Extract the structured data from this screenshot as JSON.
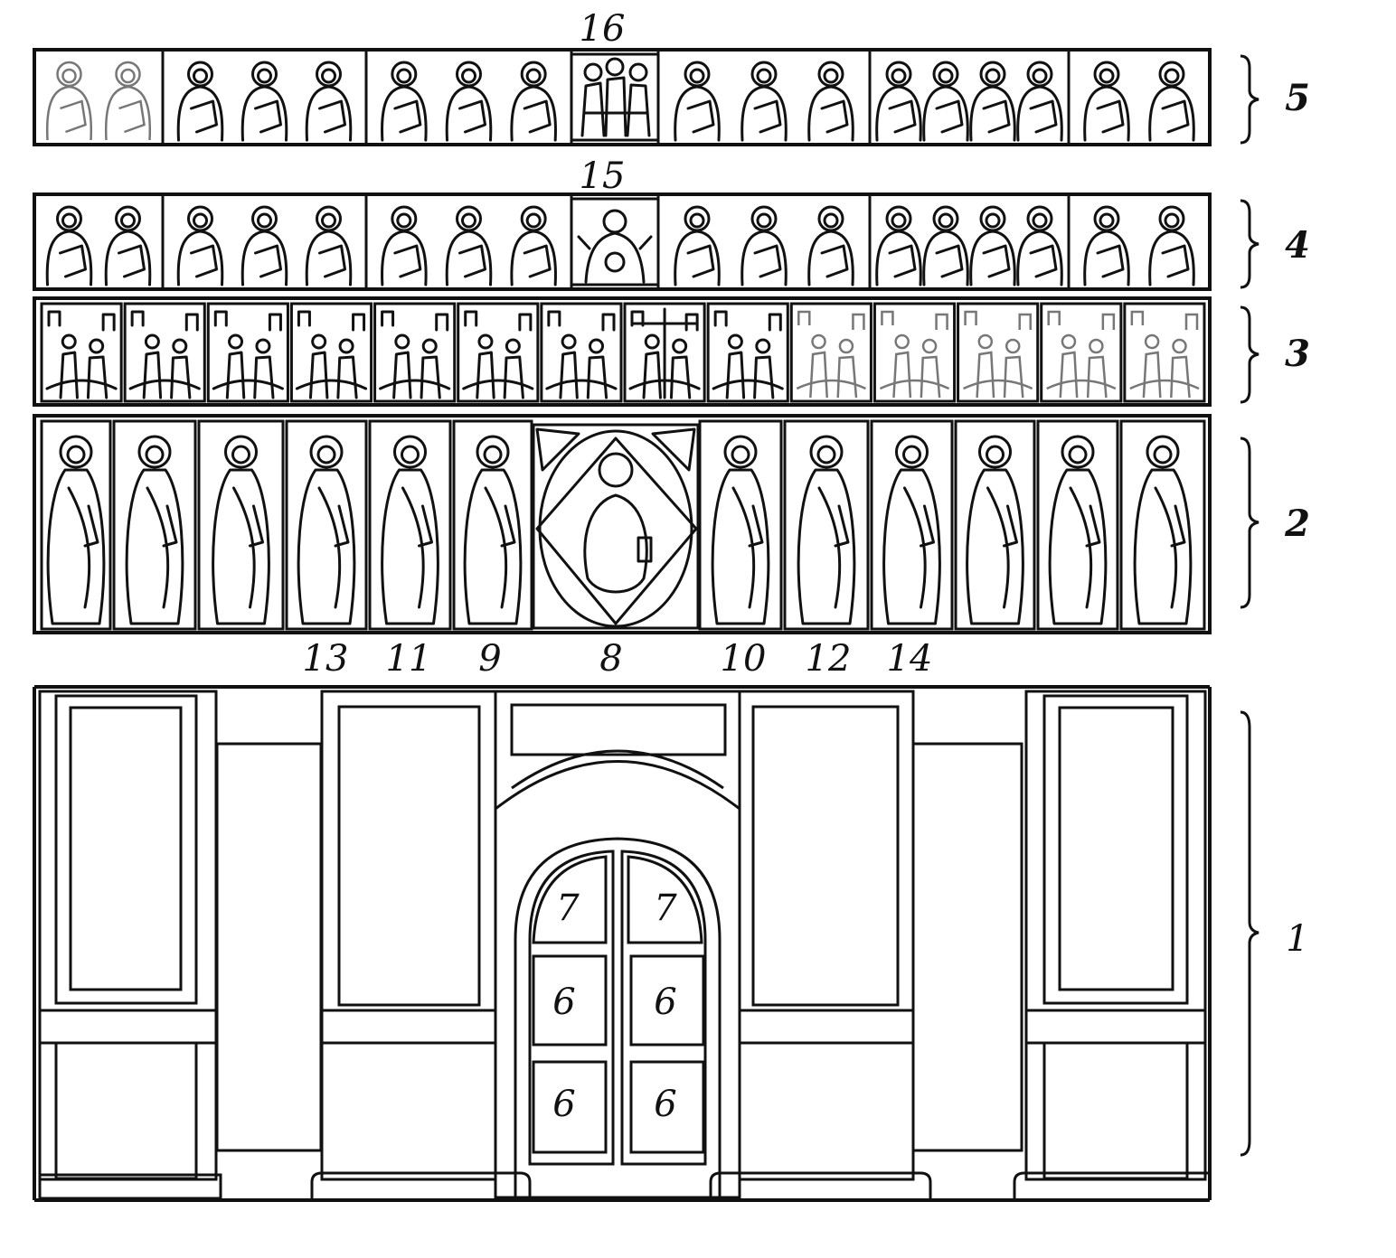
{
  "colors": {
    "ink": "#111111",
    "paper": "#ffffff"
  },
  "tiers": [
    {
      "id": "tier-5",
      "label": "5"
    },
    {
      "id": "tier-4",
      "label": "4"
    },
    {
      "id": "tier-3",
      "label": "3"
    },
    {
      "id": "tier-2",
      "label": "2"
    },
    {
      "id": "tier-1",
      "label": "1"
    }
  ],
  "top_labels": {
    "above_tier_5": "16",
    "above_tier_4": "15"
  },
  "deesis_labels": [
    "13",
    "11",
    "9",
    "8",
    "10",
    "12",
    "14"
  ],
  "door_labels": {
    "arch_panels": [
      "7",
      "7"
    ],
    "middle_panels": [
      "6",
      "6"
    ],
    "lower_panels": [
      "6",
      "6"
    ]
  },
  "counts": {
    "tier5_saints": [
      2,
      3,
      3,
      0,
      3,
      4,
      2
    ],
    "tier4_saints": [
      2,
      3,
      3,
      0,
      3,
      4,
      2
    ],
    "tier3_scenes": 14,
    "tier2_left_icons": 6,
    "tier2_right_icons": 6
  }
}
